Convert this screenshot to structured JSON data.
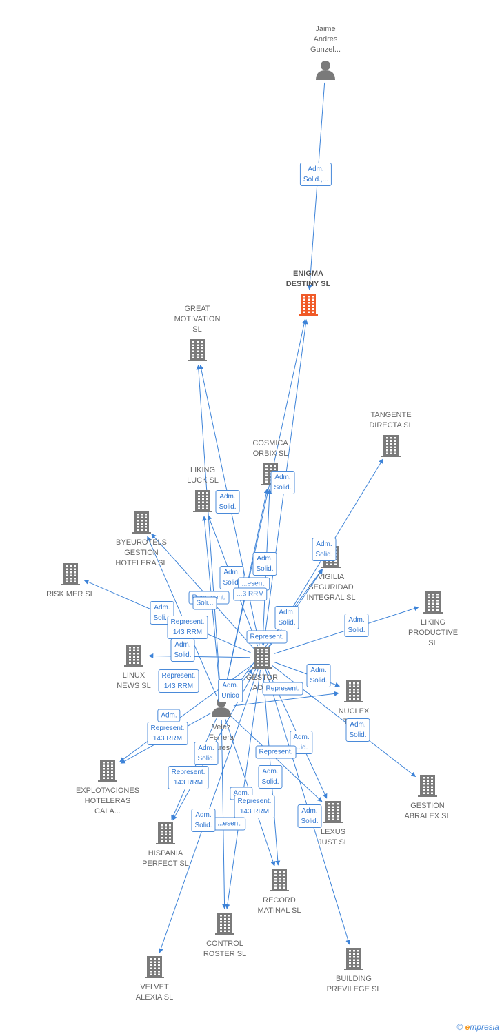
{
  "colors": {
    "edge": "#3d83d8",
    "company": "#7a7a7a",
    "company_main": "#f05a28",
    "person": "#7a7a7a"
  },
  "nodes": [
    {
      "id": "jaime",
      "type": "person",
      "label": "Jaime\nAndres\nGunzel..."
    },
    {
      "id": "enigma",
      "type": "company_main",
      "label": "ENIGMA\nDESTINY  SL"
    },
    {
      "id": "great",
      "type": "company",
      "label": "GREAT\nMOTIVATION\nSL"
    },
    {
      "id": "tangente",
      "type": "company",
      "label": "TANGENTE\nDIRECTA  SL"
    },
    {
      "id": "cosmica",
      "type": "company",
      "label": "COSMICA\nORBIX  SL"
    },
    {
      "id": "liking_luck",
      "type": "company",
      "label": "LIKING\nLUCK  SL"
    },
    {
      "id": "byeurotels",
      "type": "company",
      "label": "BYEUROTELS\nGESTION\nHOTELERA  SL"
    },
    {
      "id": "vigilia",
      "type": "company",
      "label": "VIGILIA\nSEGURIDAD\nINTEGRAL  SL"
    },
    {
      "id": "risk",
      "type": "company",
      "label": "RISK MER  SL"
    },
    {
      "id": "liking_prod",
      "type": "company",
      "label": "LIKING\nPRODUCTIVE\nSL"
    },
    {
      "id": "linux",
      "type": "company",
      "label": "LINUX\nNEWS  SL"
    },
    {
      "id": "gestor",
      "type": "company",
      "label": "GESTOR\nADI..."
    },
    {
      "id": "nuclex",
      "type": "company",
      "label": "NUCLEX\nTAR..."
    },
    {
      "id": "velez",
      "type": "person",
      "label": "Velez\nFerrera\n...res"
    },
    {
      "id": "explotaciones",
      "type": "company",
      "label": "EXPLOTACIONES\nHOTELERAS\nCALA..."
    },
    {
      "id": "gestion_abralex",
      "type": "company",
      "label": "GESTION\nABRALEX  SL"
    },
    {
      "id": "lexus",
      "type": "company",
      "label": "LEXUS\nJUST  SL"
    },
    {
      "id": "hispania",
      "type": "company",
      "label": "HISPANIA\nPERFECT  SL"
    },
    {
      "id": "record",
      "type": "company",
      "label": "RECORD\nMATINAL  SL"
    },
    {
      "id": "control",
      "type": "company",
      "label": "CONTROL\nROSTER  SL"
    },
    {
      "id": "building",
      "type": "company",
      "label": "BUILDING\nPREVILEGE  SL"
    },
    {
      "id": "velvet",
      "type": "company",
      "label": "VELVET\nALEXIA  SL"
    }
  ],
  "edges": [
    {
      "from": "jaime",
      "to": "enigma"
    },
    {
      "from": "gestor",
      "to": "enigma"
    },
    {
      "from": "velez",
      "to": "enigma"
    },
    {
      "from": "gestor",
      "to": "great"
    },
    {
      "from": "velez",
      "to": "great"
    },
    {
      "from": "gestor",
      "to": "tangente"
    },
    {
      "from": "gestor",
      "to": "cosmica"
    },
    {
      "from": "velez",
      "to": "cosmica"
    },
    {
      "from": "gestor",
      "to": "liking_luck"
    },
    {
      "from": "velez",
      "to": "liking_luck"
    },
    {
      "from": "gestor",
      "to": "byeurotels"
    },
    {
      "from": "velez",
      "to": "byeurotels"
    },
    {
      "from": "gestor",
      "to": "vigilia"
    },
    {
      "from": "velez",
      "to": "vigilia"
    },
    {
      "from": "gestor",
      "to": "risk"
    },
    {
      "from": "gestor",
      "to": "liking_prod"
    },
    {
      "from": "gestor",
      "to": "linux"
    },
    {
      "from": "velez",
      "to": "gestor"
    },
    {
      "from": "gestor",
      "to": "nuclex"
    },
    {
      "from": "velez",
      "to": "nuclex"
    },
    {
      "from": "gestor",
      "to": "explotaciones"
    },
    {
      "from": "velez",
      "to": "explotaciones"
    },
    {
      "from": "gestor",
      "to": "gestion_abralex"
    },
    {
      "from": "gestor",
      "to": "lexus"
    },
    {
      "from": "velez",
      "to": "lexus"
    },
    {
      "from": "gestor",
      "to": "hispania"
    },
    {
      "from": "velez",
      "to": "hispania"
    },
    {
      "from": "gestor",
      "to": "record"
    },
    {
      "from": "velez",
      "to": "record"
    },
    {
      "from": "gestor",
      "to": "control"
    },
    {
      "from": "velez",
      "to": "control"
    },
    {
      "from": "gestor",
      "to": "building"
    },
    {
      "from": "gestor",
      "to": "velvet"
    }
  ],
  "edge_labels": [
    {
      "text": "Adm.\nSolid.,..."
    },
    {
      "text": "Adm.\nSolid."
    },
    {
      "text": "Adm.\nSolid."
    },
    {
      "text": "Adm.\nSolid."
    },
    {
      "text": "Adm.\nSolid."
    },
    {
      "text": "Adm.\nSolid."
    },
    {
      "text": "...esent."
    },
    {
      "text": "...3 RRM"
    },
    {
      "text": "Represent."
    },
    {
      "text": "Soli..."
    },
    {
      "text": "Adm.\nSolid."
    },
    {
      "text": "Adm.\nSolid."
    },
    {
      "text": "Adm.\nSoli..."
    },
    {
      "text": "Represent.\n143 RRM"
    },
    {
      "text": "Represent."
    },
    {
      "text": "Adm.\nSolid."
    },
    {
      "text": "Represent.\n143 RRM"
    },
    {
      "text": "Adm.\nUnico"
    },
    {
      "text": "Adm.\nSolid."
    },
    {
      "text": "Represent."
    },
    {
      "text": "Adm.\nSolid."
    },
    {
      "text": "Adm."
    },
    {
      "text": "Represent.\n143 RRM"
    },
    {
      "text": "Adm.\n...id."
    },
    {
      "text": "Adm.\nSolid."
    },
    {
      "text": "Represent."
    },
    {
      "text": "Represent.\n143 RRM"
    },
    {
      "text": "Adm.\nSolid."
    },
    {
      "text": "Adm."
    },
    {
      "text": "Represent.\n143 RRM"
    },
    {
      "text": "Adm.\nSolid."
    },
    {
      "text": "...esent."
    },
    {
      "text": "Adm.\nSolid."
    }
  ],
  "footer": {
    "copyright": "©",
    "brand_initial": "e",
    "brand_rest": "mpresia"
  }
}
